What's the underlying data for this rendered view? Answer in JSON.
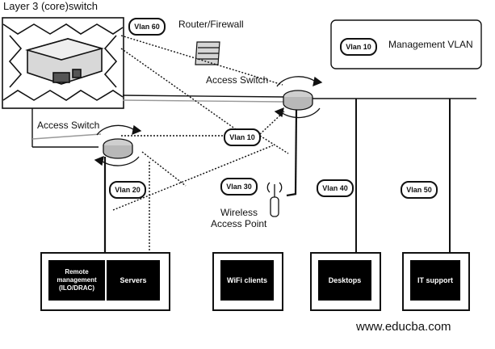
{
  "labels": {
    "core_switch": "Layer 3 (core)switch",
    "router_firewall": "Router/Firewall",
    "access_switch_right": "Access Switch",
    "access_switch_left": "Access Switch",
    "wireless_ap_line1": "Wireless",
    "wireless_ap_line2": "Access Point",
    "watermark": "www.educba.com"
  },
  "legend": {
    "vlan": "Vlan 10",
    "text": "Management VLAN"
  },
  "vlans": {
    "router": "Vlan 60",
    "mgmt_center": "Vlan 10",
    "servers": "Vlan 20",
    "wifi": "Vlan 30",
    "desktops": "Vlan 40",
    "it_support": "Vlan 50"
  },
  "boxes": {
    "remote_mgmt": "Remote management (ILO/DRAC)",
    "servers": "Servers",
    "wifi_clients": "WiFi clients",
    "desktops": "Desktops",
    "it_support": "IT support"
  },
  "icons": [
    "core-switch-icon",
    "router-firewall-icon",
    "access-switch-icon",
    "wireless-antenna-icon"
  ]
}
